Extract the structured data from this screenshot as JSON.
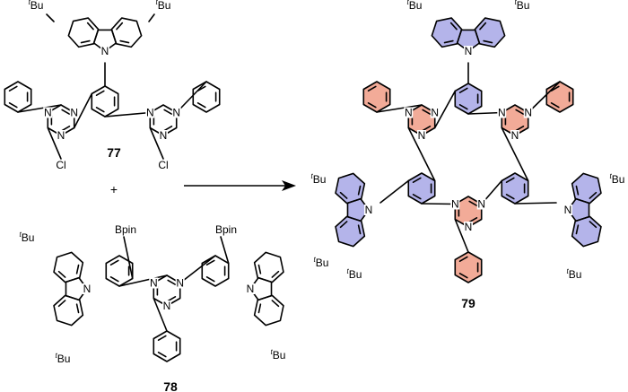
{
  "scheme": {
    "colors": {
      "carbazole_fill": "#b4b4ea",
      "triazine_fill": "#f2ab98",
      "phenyl_fill": "#f2ab98",
      "bond": "#000000"
    },
    "labels": {
      "compound_77": "77",
      "compound_78": "78",
      "compound_79": "79",
      "plus": "+"
    },
    "atoms": {
      "n": "N",
      "cl": "Cl",
      "bpin": "Bpin",
      "tbu_super": "t",
      "tbu_main": "Bu"
    }
  }
}
